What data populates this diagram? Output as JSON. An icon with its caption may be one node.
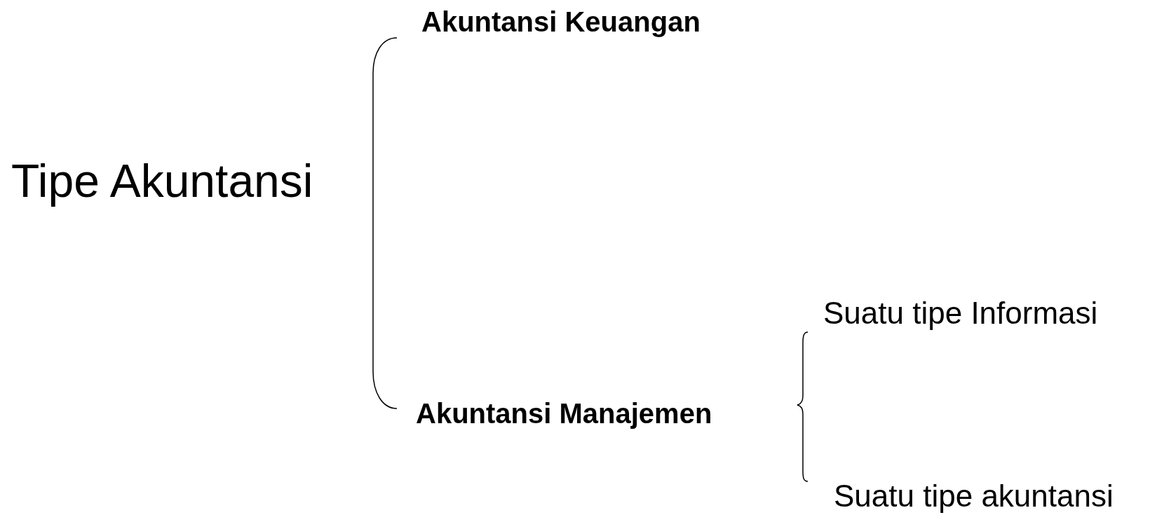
{
  "diagram": {
    "labels": [
      "Akuntansi Keuangan",
      "Tipe Akuntansi",
      "Suatu tipe Informasi",
      "Akuntansi Manajemen",
      "Suatu tipe akuntansi"
    ]
  }
}
